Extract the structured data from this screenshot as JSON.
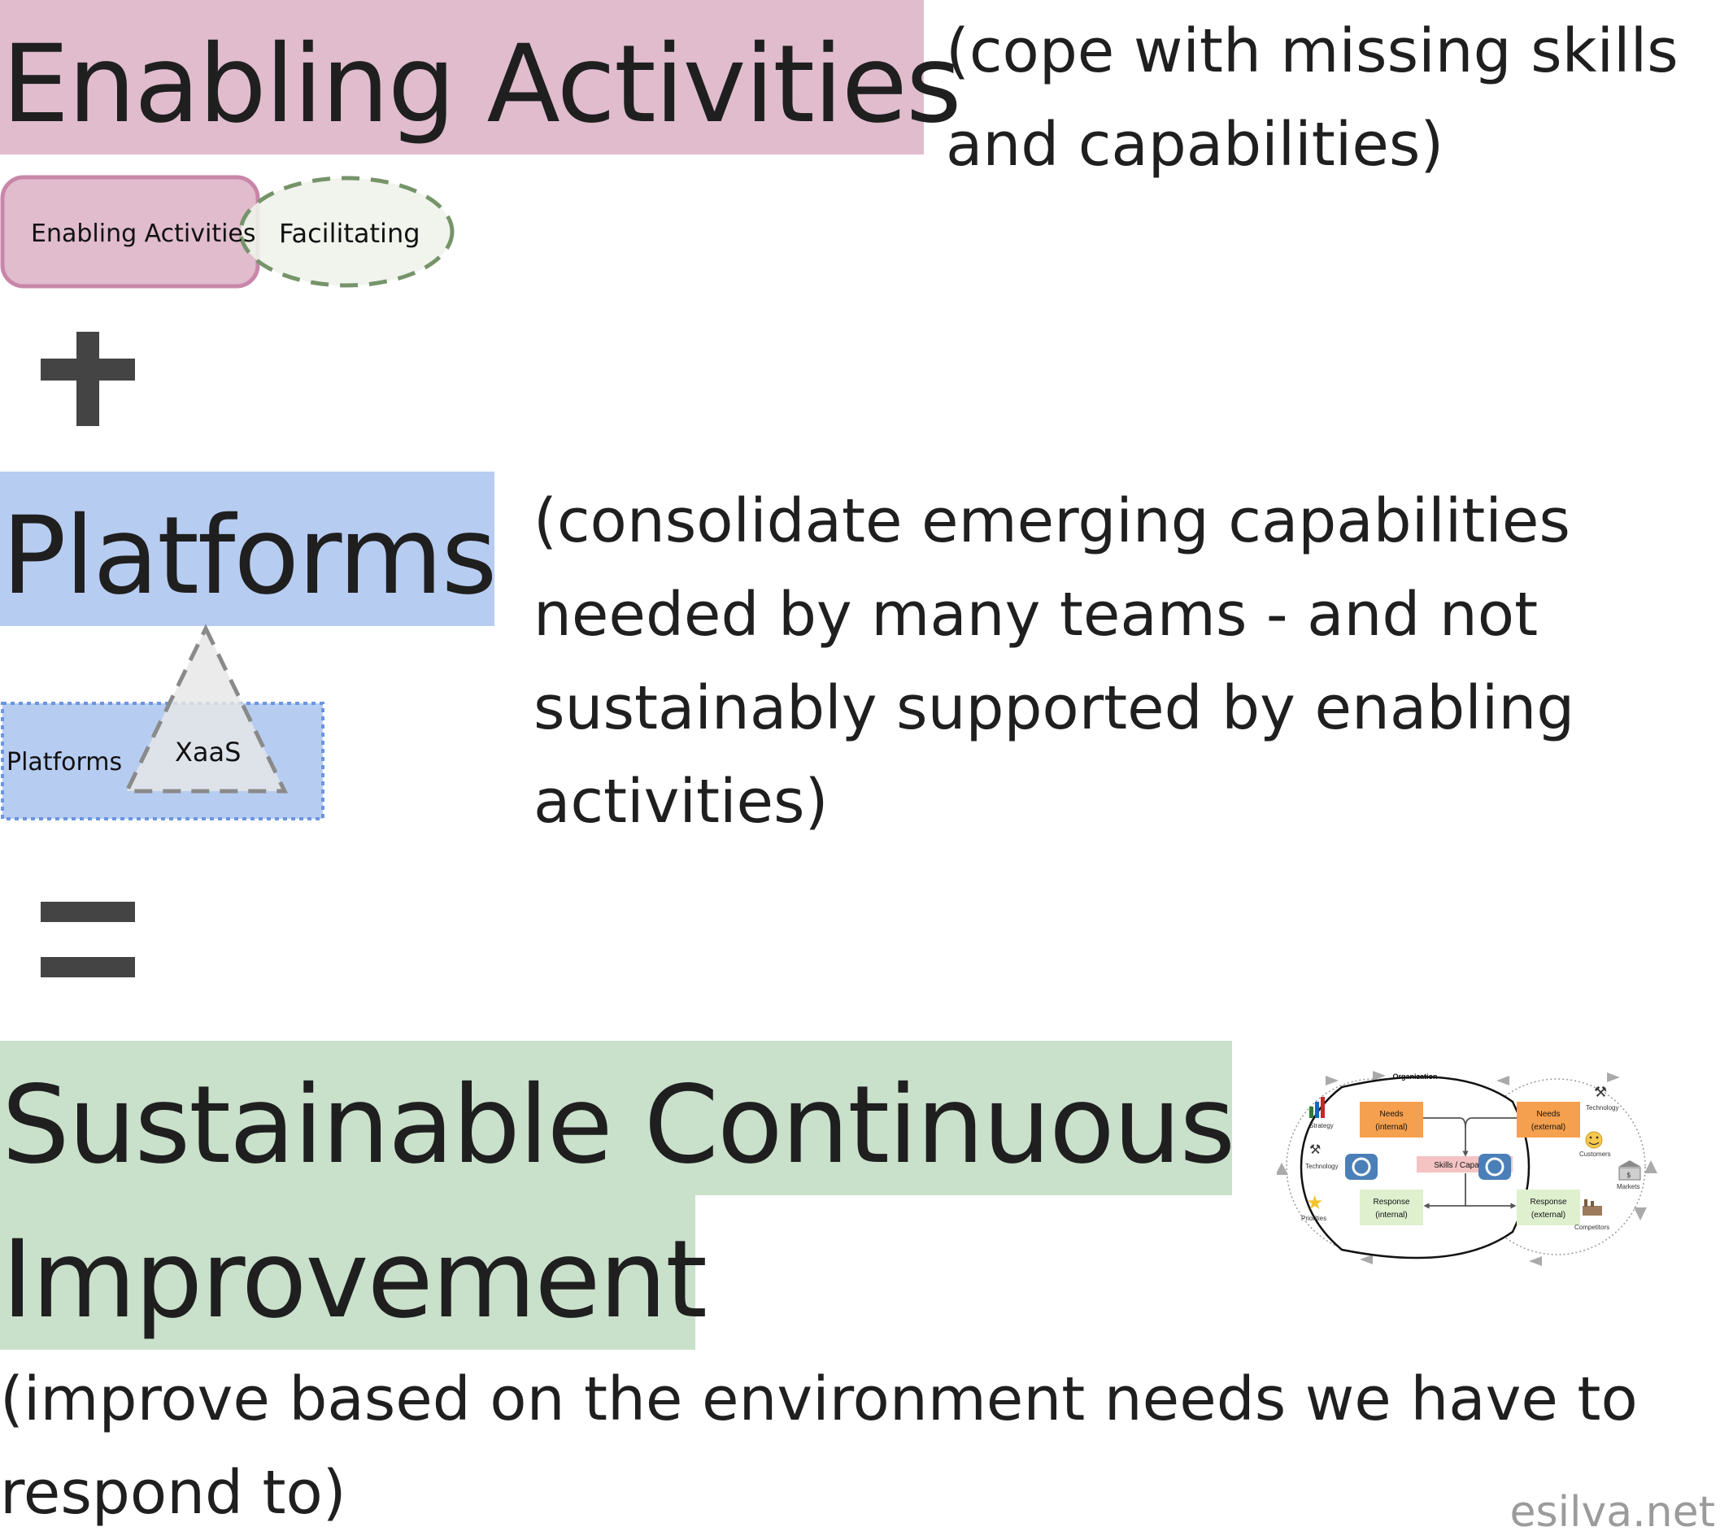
{
  "sections": {
    "enabling": {
      "title": "Enabling Activities",
      "note_line1": "(cope with missing skills",
      "note_line2": "and capabilities)",
      "shape_box_label": "Enabling Activities",
      "shape_ellipse_label": "Facilitating"
    },
    "platforms": {
      "title": "Platforms",
      "note_line1": "(consolidate emerging capabilities",
      "note_line2": "needed by many teams - and not",
      "note_line3": "sustainably supported by enabling",
      "note_line4": "activities)",
      "shape_box_label": "Platforms",
      "shape_triangle_label": "XaaS"
    },
    "improvement": {
      "title_line1": "Sustainable Continuous",
      "title_line2": "Improvement",
      "note_line1": "(improve based on the environment needs we have to",
      "note_line2": "respond to)"
    }
  },
  "operators": {
    "plus": "+",
    "equals": "="
  },
  "mini_diagram": {
    "organization": "Organization",
    "needs_internal_1": "Needs",
    "needs_internal_2": "(internal)",
    "needs_external_1": "Needs",
    "needs_external_2": "(external)",
    "skills": "Skills / Capability",
    "response_internal_1": "Response",
    "response_internal_2": "(internal)",
    "response_external_1": "Response",
    "response_external_2": "(external)",
    "strategy": "Strategy",
    "technology_left": "Technology",
    "priorities": "Priorities",
    "technology_right": "Technology",
    "customers": "Customers",
    "markets": "Markets",
    "competitors": "Competitors"
  },
  "watermark": "esilva.net",
  "colors": {
    "enabling_fill": "#e0bccd",
    "platforms_fill": "#b7ccf1",
    "improvement_fill": "#c9e0cb",
    "needs_orange": "#f5a04e",
    "response_green": "#dff0cf",
    "skills_pink": "#f4c3c3"
  }
}
